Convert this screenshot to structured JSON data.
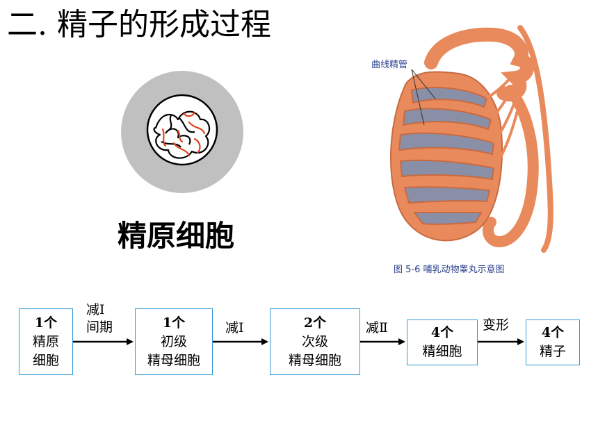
{
  "title": "二. 精子的形成过程",
  "cell": {
    "caption": "精原细胞"
  },
  "testis_figure": {
    "label": "曲线精管",
    "caption": "图 5-6   哺乳动物睾丸示意图"
  },
  "flow": {
    "boxes": [
      {
        "count": "1个",
        "line1": "精原",
        "line2": "细胞"
      },
      {
        "count": "1个",
        "line1": "初级",
        "line2": "精母细胞"
      },
      {
        "count": "2个",
        "line1": "次级",
        "line2": "精母细胞"
      },
      {
        "count": "4个",
        "line1": "精细胞"
      },
      {
        "count": "4个",
        "line1": "精子"
      }
    ],
    "arrows": [
      {
        "line1": "减Ⅰ",
        "line2": "间期"
      },
      {
        "line1": "减Ⅰ"
      },
      {
        "line1": "减Ⅱ"
      },
      {
        "line1": "变形"
      }
    ]
  },
  "colors": {
    "box_border": "#2f9ad6",
    "chromosome_red": "#e0421c",
    "cell_gray": "#c0c0c0",
    "testis_orange": "#e98a5c",
    "figure_text": "#2a3f8f"
  }
}
